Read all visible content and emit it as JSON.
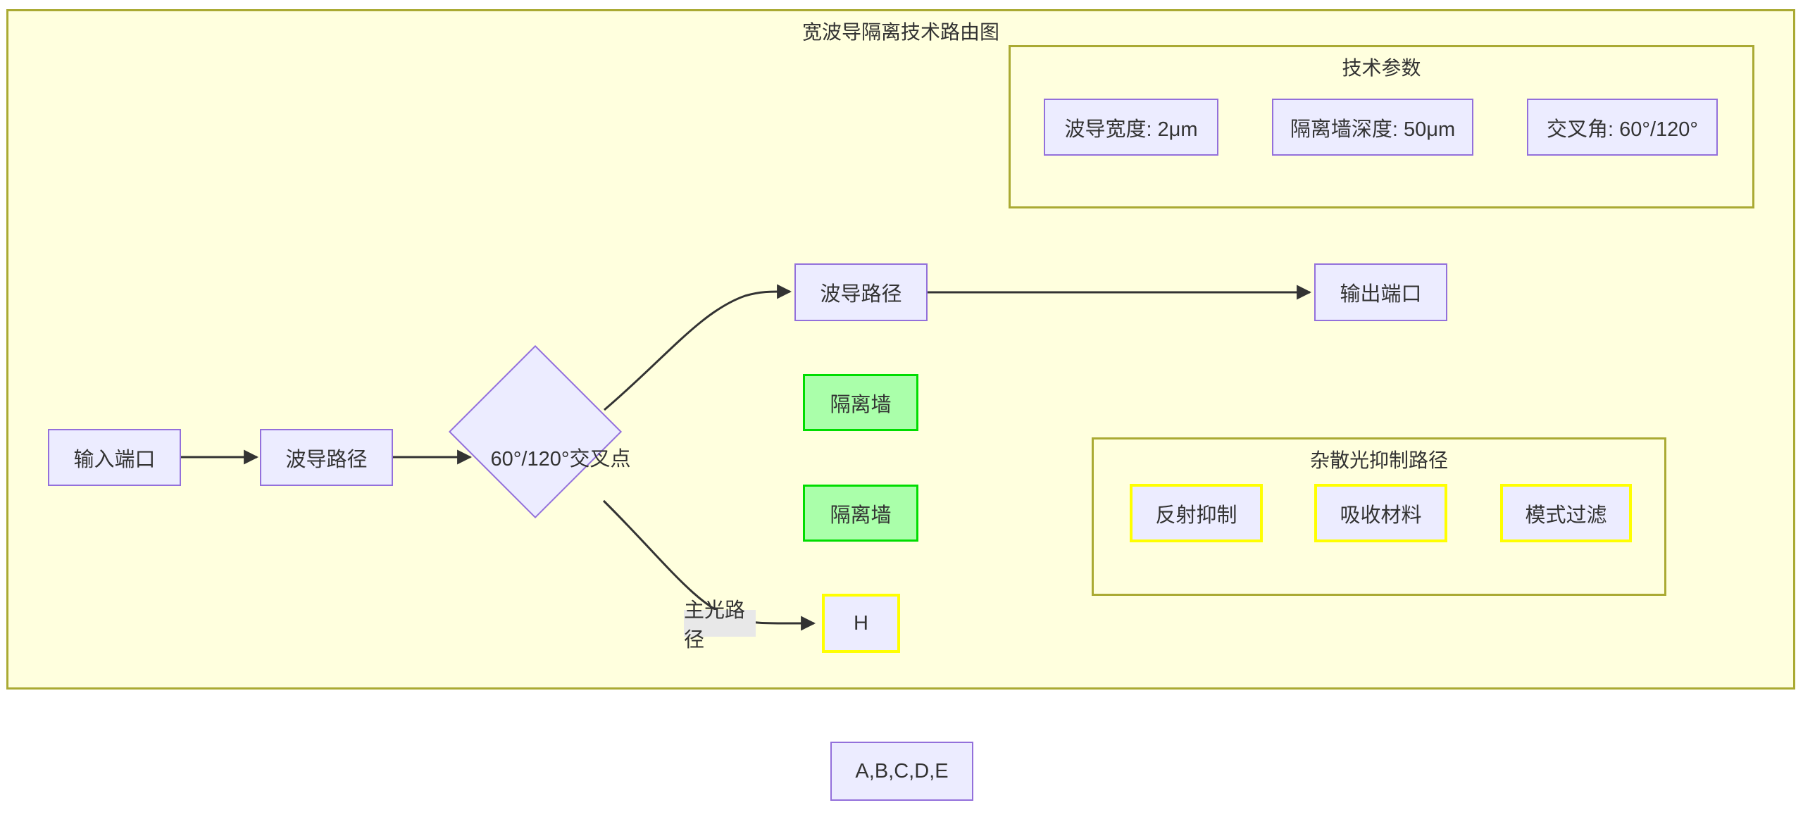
{
  "diagram": {
    "title": "宽波导隔离技术路由图",
    "nodes": {
      "input_port": "输入端口",
      "waveguide_path_left": "波导路径",
      "cross_point": "60°/120°交叉点",
      "waveguide_path_top": "波导路径",
      "output_port": "输出端口",
      "isolation_wall_top": "隔离墙",
      "isolation_wall_bottom": "隔离墙",
      "h": "H",
      "summary": "A,B,C,D,E"
    },
    "edge_labels": {
      "main_light_path": "主光路径"
    },
    "subgraphs": {
      "tech_params": {
        "title": "技术参数",
        "items": [
          "波导宽度: 2μm",
          "隔离墙深度: 50μm",
          "交叉角: 60°/120°"
        ]
      },
      "stray_light": {
        "title": "杂散光抑制路径",
        "items": [
          "反射抑制",
          "吸收材料",
          "模式过滤"
        ]
      }
    },
    "colors": {
      "background": "#FFFFDE",
      "node_fill": "#ECECFF",
      "node_border": "#9370DB",
      "green_fill": "#AAFFAA",
      "green_border": "#00DD00",
      "yellow_border": "#FFFF00",
      "subgraph_border": "#AAAA33",
      "edge": "#333333",
      "edge_label_bg": "#E8E8E8",
      "text": "#333333"
    }
  }
}
